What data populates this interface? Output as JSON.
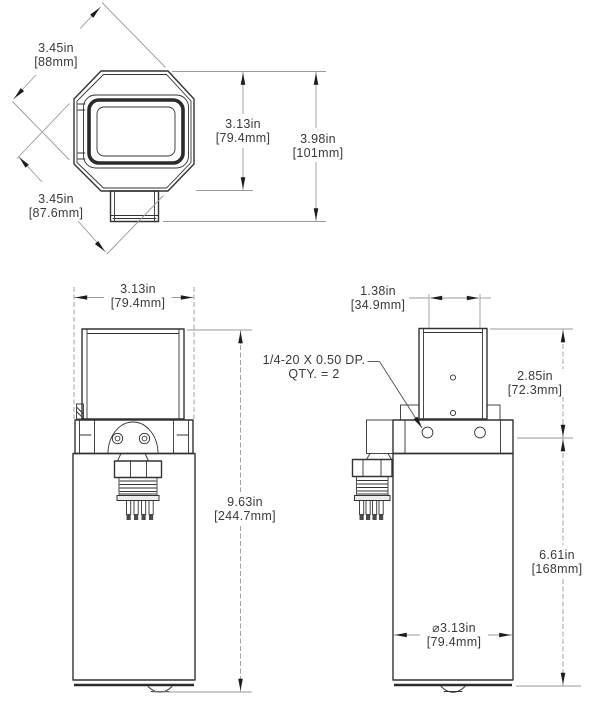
{
  "drawing": {
    "colors": {
      "object_line": "#333333",
      "dim_line": "#9a9a9a",
      "text_color": "#3a3a3a",
      "background": "#ffffff"
    },
    "top_view": {
      "dim_across_flats_a": {
        "in": "3.45in",
        "mm": "[88mm]"
      },
      "dim_across_flats_b": {
        "in": "3.45in",
        "mm": "[87.6mm]"
      },
      "dim_body_height": {
        "in": "3.13in",
        "mm": "[79.4mm]"
      },
      "dim_overall_height": {
        "in": "3.98in",
        "mm": "[101mm]"
      }
    },
    "front_view": {
      "dim_width": {
        "in": "3.13in",
        "mm": "[79.4mm]"
      },
      "dim_overall_height": {
        "in": "9.63in",
        "mm": "[244.7mm]"
      }
    },
    "side_view": {
      "dim_head_width": {
        "in": "1.38in",
        "mm": "[34.9mm]"
      },
      "dim_head_height": {
        "in": "2.85in",
        "mm": "[72.3mm]"
      },
      "dim_body_height": {
        "in": "6.61in",
        "mm": "[168mm]"
      },
      "dim_body_diameter": {
        "in": "⌀3.13in",
        "mm": "[79.4mm]"
      },
      "thread_note": {
        "line1": "1/4-20 X 0.50 DP.",
        "line2": "QTY. = 2"
      }
    }
  }
}
